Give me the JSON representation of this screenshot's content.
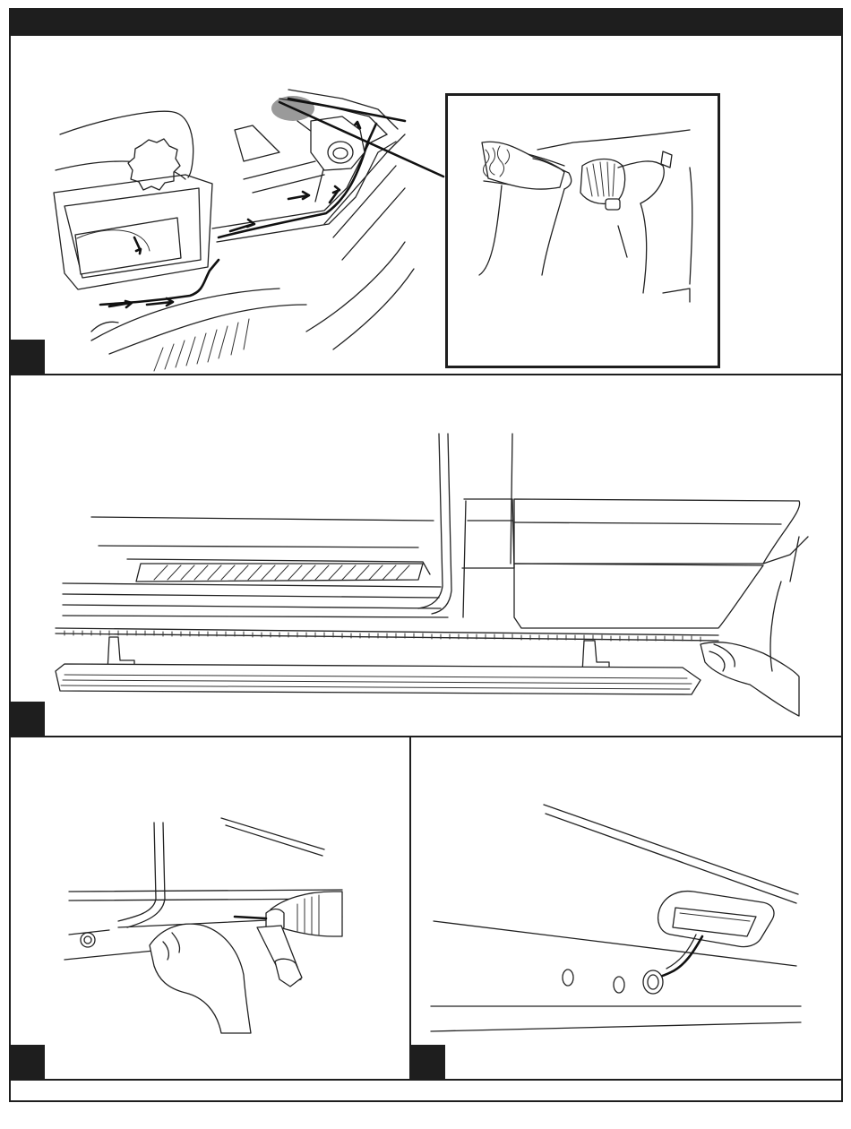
{
  "page": {
    "header": {
      "title": ""
    },
    "steps": [
      {
        "id": "step-1",
        "number": "",
        "inset": true
      },
      {
        "id": "step-2",
        "number": ""
      },
      {
        "id": "step-3",
        "number": ""
      },
      {
        "id": "step-4",
        "number": ""
      }
    ]
  },
  "colors": {
    "ink": "#1e1e1e",
    "paper": "#ffffff",
    "highlight": "#9a9a9a"
  },
  "icons": {
    "step1": "truck-bed-wiring-illustration",
    "step1_inset": "wire-harness-connector-illustration",
    "step2": "running-board-side-illustration",
    "step3": "drill-under-rocker-illustration",
    "step4": "courtesy-lamp-mount-illustration"
  }
}
